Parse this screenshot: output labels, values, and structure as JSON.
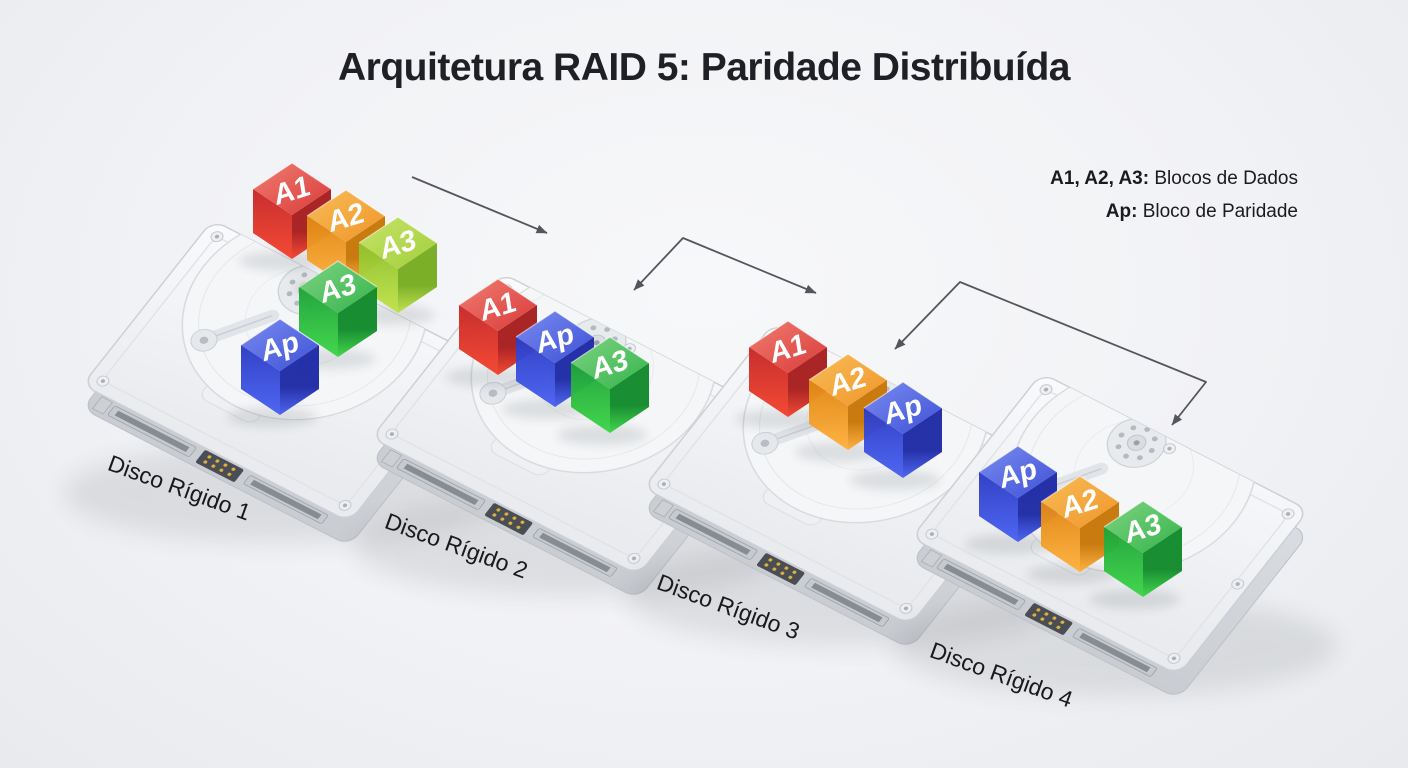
{
  "title": "Arquitetura RAID 5: Paridade Distribuída",
  "legend": {
    "data_blocks_term": "A1, A2, A3:",
    "data_blocks_desc": "Blocos de Dados",
    "parity_term": "Ap:",
    "parity_desc": "Bloco de Paridade"
  },
  "arrow_color": "#53565c",
  "block_palette": {
    "red": {
      "top1": "#ef7d70",
      "top2": "#da3a3a",
      "left1": "#c62828",
      "left2": "#f4442e",
      "right": "#a81e1e"
    },
    "orange": {
      "top1": "#f8bc57",
      "top2": "#f0962a",
      "left1": "#e08613",
      "left2": "#ffb13d",
      "right": "#c97708"
    },
    "lime": {
      "top1": "#c6e36a",
      "top2": "#a3cf3b",
      "left1": "#8fc12d",
      "left2": "#c0e24a",
      "right": "#77ad22"
    },
    "green": {
      "top1": "#7ed381",
      "top2": "#35b44c",
      "left1": "#1ea23a",
      "left2": "#3ed648",
      "right": "#128a2c"
    },
    "blue": {
      "top1": "#7b8cf0",
      "top2": "#3d50d6",
      "left1": "#2c3cc4",
      "left2": "#4a62f2",
      "right": "#1f2ba6"
    }
  },
  "disks": [
    {
      "label": "Disco Rígido 1",
      "blocks": [
        {
          "label": "A1",
          "color": "red"
        },
        {
          "label": "A2",
          "color": "orange"
        },
        {
          "label": "A3",
          "color": "lime"
        },
        {
          "label": "A3",
          "color": "green"
        },
        {
          "label": "Ap",
          "color": "blue"
        }
      ]
    },
    {
      "label": "Disco Rígido 2",
      "blocks": [
        {
          "label": "A1",
          "color": "red"
        },
        {
          "label": "Ap",
          "color": "blue"
        },
        {
          "label": "A3",
          "color": "green"
        }
      ]
    },
    {
      "label": "Disco Rígido 3",
      "blocks": [
        {
          "label": "A1",
          "color": "red"
        },
        {
          "label": "A2",
          "color": "orange"
        },
        {
          "label": "Ap",
          "color": "blue"
        }
      ]
    },
    {
      "label": "Disco Rígido 4",
      "blocks": [
        {
          "label": "Ap",
          "color": "blue"
        },
        {
          "label": "A2",
          "color": "orange"
        },
        {
          "label": "A3",
          "color": "green"
        }
      ]
    }
  ]
}
